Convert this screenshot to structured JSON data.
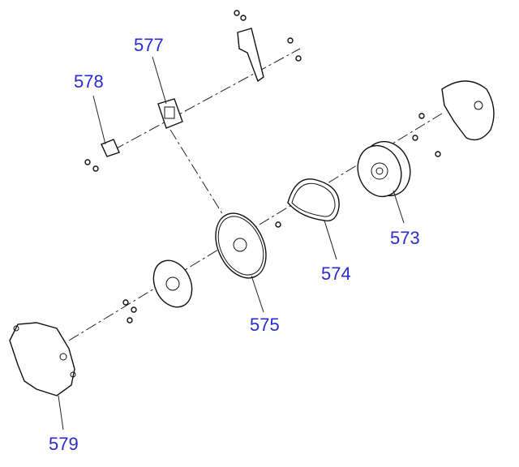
{
  "diagram": {
    "type": "exploded-parts-diagram",
    "labels": [
      {
        "id": "577",
        "text": "577"
      },
      {
        "id": "578",
        "text": "578"
      },
      {
        "id": "573",
        "text": "573"
      },
      {
        "id": "574",
        "text": "574"
      },
      {
        "id": "575",
        "text": "575"
      },
      {
        "id": "579",
        "text": "579"
      }
    ],
    "label_color": "#2a2ad0"
  }
}
